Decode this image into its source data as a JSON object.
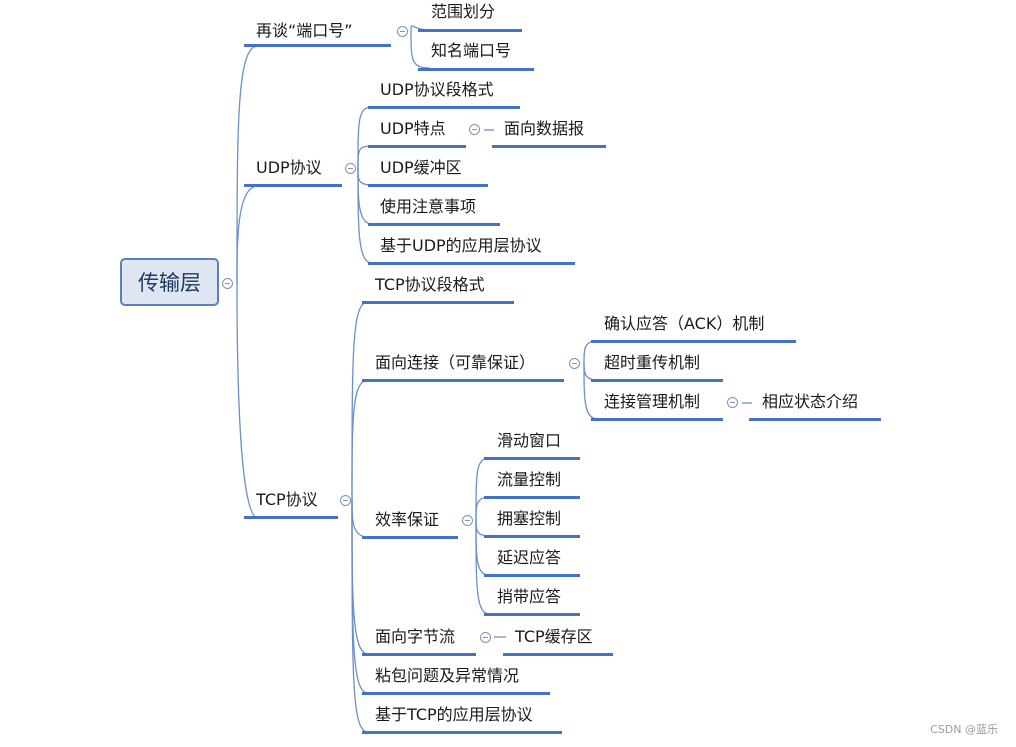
{
  "root": "传输层",
  "topics": {
    "port": "再谈“端口号”",
    "port_range": "范围划分",
    "port_known": "知名端口号",
    "udp": "UDP协议",
    "udp_format": "UDP协议段格式",
    "udp_features": "UDP特点",
    "udp_datagram": "面向数据报",
    "udp_buffer": "UDP缓冲区",
    "udp_notes": "使用注意事项",
    "udp_apps": "基于UDP的应用层协议",
    "tcp": "TCP协议",
    "tcp_format": "TCP协议段格式",
    "tcp_conn": "面向连接（可靠保证）",
    "tcp_ack": "确认应答（ACK）机制",
    "tcp_retrans": "超时重传机制",
    "tcp_connmgmt": "连接管理机制",
    "tcp_states": "相应状态介绍",
    "tcp_eff": "效率保证",
    "tcp_window": "滑动窗口",
    "tcp_flow": "流量控制",
    "tcp_congestion": "拥塞控制",
    "tcp_delayack": "延迟应答",
    "tcp_piggyback": "捎带应答",
    "tcp_stream": "面向字节流",
    "tcp_buffer": "TCP缓存区",
    "tcp_sticky": "粘包问题及异常情况",
    "tcp_apps": "基于TCP的应用层协议"
  },
  "watermark": "CSDN @蓝乐",
  "colors": {
    "branch": "#4472c4",
    "connector": "#6d8fc7",
    "root_fill": "#dde6f1",
    "root_border": "#5a82b8"
  }
}
